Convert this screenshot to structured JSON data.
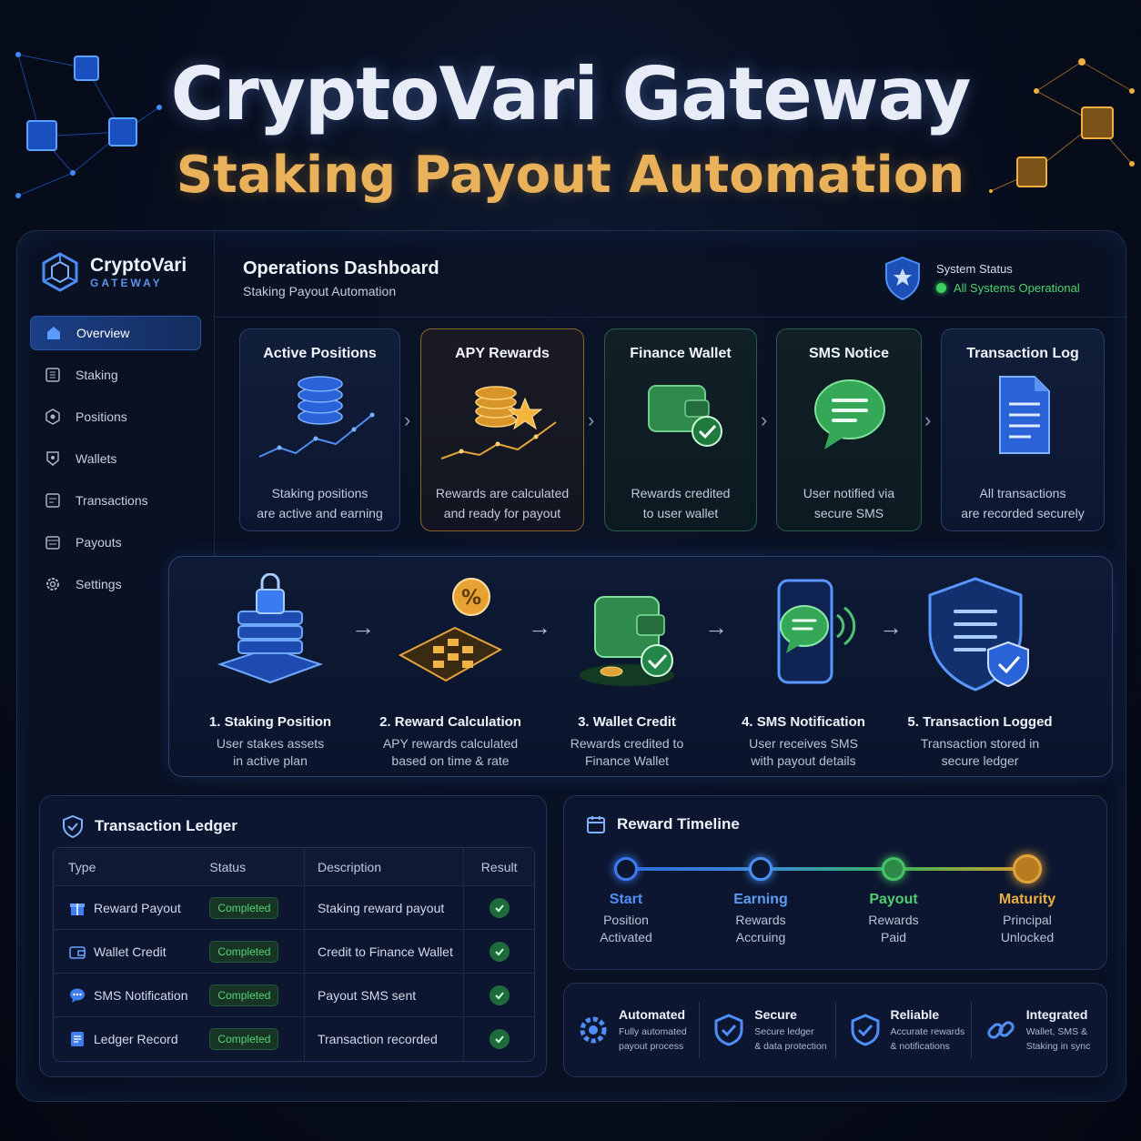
{
  "hero": {
    "title": "CryptoVari Gateway",
    "subtitle": "Staking Payout Automation"
  },
  "brand": {
    "name": "CryptoVari",
    "tag": "GATEWAY"
  },
  "sidebar": {
    "items": [
      {
        "label": "Overview",
        "icon": "home-icon",
        "active": true
      },
      {
        "label": "Staking",
        "icon": "staking-icon"
      },
      {
        "label": "Positions",
        "icon": "positions-icon"
      },
      {
        "label": "Wallets",
        "icon": "wallet-icon"
      },
      {
        "label": "Transactions",
        "icon": "transactions-icon"
      },
      {
        "label": "Payouts",
        "icon": "payouts-icon"
      },
      {
        "label": "Settings",
        "icon": "gear-icon"
      }
    ]
  },
  "header": {
    "title": "Operations Dashboard",
    "subtitle": "Staking Payout Automation",
    "status_label": "System Status",
    "status_value": "All Systems Operational"
  },
  "cards": [
    {
      "title": "Active Positions",
      "line1": "Staking positions",
      "line2": "are active and earning",
      "icon": "database-chart-icon"
    },
    {
      "title": "APY Rewards",
      "line1": "Rewards are calculated",
      "line2": "and ready for payout",
      "icon": "coins-star-icon"
    },
    {
      "title": "Finance Wallet",
      "line1": "Rewards credited",
      "line2": "to user wallet",
      "icon": "wallet-check-icon"
    },
    {
      "title": "SMS Notice",
      "line1": "User notified via",
      "line2": "secure SMS",
      "icon": "chat-bubble-icon"
    },
    {
      "title": "Transaction Log",
      "line1": "All transactions",
      "line2": "are recorded securely",
      "icon": "document-icon"
    }
  ],
  "steps": [
    {
      "title": "1. Staking Position",
      "line1": "User stakes assets",
      "line2": "in active plan",
      "icon": "locked-stack-icon"
    },
    {
      "title": "2. Reward Calculation",
      "line1": "APY rewards calculated",
      "line2": "based on time & rate",
      "icon": "calculator-icon"
    },
    {
      "title": "3. Wallet Credit",
      "line1": "Rewards credited to",
      "line2": "Finance Wallet",
      "icon": "wallet-coins-icon"
    },
    {
      "title": "4. SMS Notification",
      "line1": "User receives SMS",
      "line2": "with payout details",
      "icon": "phone-sms-icon"
    },
    {
      "title": "5. Transaction Logged",
      "line1": "Transaction stored in",
      "line2": "secure ledger",
      "icon": "shield-ledger-icon"
    }
  ],
  "ledger": {
    "title": "Transaction Ledger",
    "columns": [
      "Type",
      "Status",
      "Description",
      "Result"
    ],
    "rows": [
      {
        "type": "Reward Payout",
        "status": "Completed",
        "description": "Staking reward payout",
        "icon": "gift-icon"
      },
      {
        "type": "Wallet Credit",
        "status": "Completed",
        "description": "Credit to Finance Wallet",
        "icon": "wallet-icon"
      },
      {
        "type": "SMS Notification",
        "status": "Completed",
        "description": "Payout SMS sent",
        "icon": "chat-icon"
      },
      {
        "type": "Ledger Record",
        "status": "Completed",
        "description": "Transaction recorded",
        "icon": "ledger-icon"
      }
    ]
  },
  "timeline": {
    "title": "Reward Timeline",
    "nodes": [
      {
        "label": "Start",
        "line1": "Position",
        "line2": "Activated",
        "color": "#3d7cf0"
      },
      {
        "label": "Earning",
        "line1": "Rewards",
        "line2": "Accruing",
        "color": "#4a8ff2"
      },
      {
        "label": "Payout",
        "line1": "Rewards",
        "line2": "Paid",
        "color": "#46c165"
      },
      {
        "label": "Maturity",
        "line1": "Principal",
        "line2": "Unlocked",
        "color": "#e3a33a"
      }
    ]
  },
  "features": [
    {
      "title": "Automated",
      "line1": "Fully automated",
      "line2": "payout process",
      "icon": "gear-icon"
    },
    {
      "title": "Secure",
      "line1": "Secure ledger",
      "line2": "& data protection",
      "icon": "shield-check-icon"
    },
    {
      "title": "Reliable",
      "line1": "Accurate rewards",
      "line2": "& notifications",
      "icon": "shield-check-icon"
    },
    {
      "title": "Integrated",
      "line1": "Wallet, SMS &",
      "line2": "Staking in sync",
      "icon": "link-icon"
    }
  ]
}
